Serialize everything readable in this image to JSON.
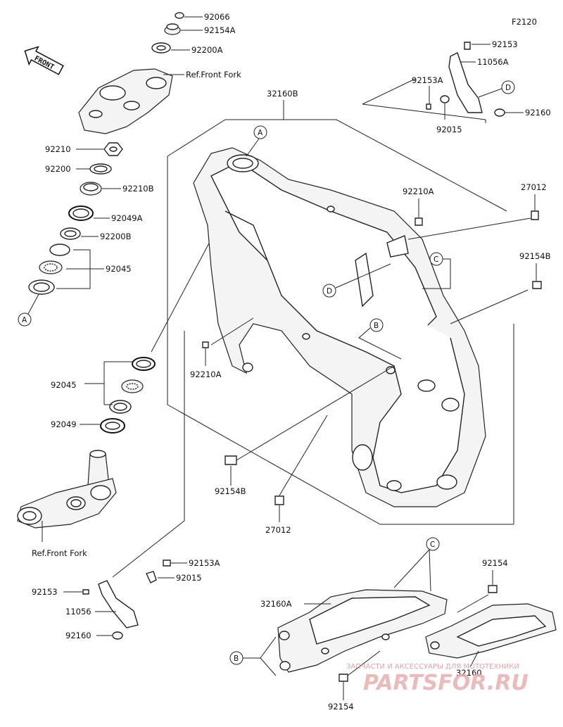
{
  "figure_code": "F2120",
  "front_label": "FRONT",
  "labels": {
    "p92066": "92066",
    "p92154A": "92154A",
    "p92200A": "92200A",
    "ref_fork_top": "Ref.Front Fork",
    "p32160B": "32160B",
    "p92153_top": "92153",
    "p11056A": "11056A",
    "p92153A_top": "92153A",
    "p92160_top": "92160",
    "p92015_top": "92015",
    "p92210": "92210",
    "p92200": "92200",
    "p92210B": "92210B",
    "p92049A": "92049A",
    "p92200B": "92200B",
    "p92045_top": "92045",
    "p92210A_r": "92210A",
    "p27012_r": "27012",
    "p92154B_r": "92154B",
    "p92210A_l": "92210A",
    "p92045_bot": "92045",
    "p92049": "92049",
    "p92154B_l": "92154B",
    "p27012_l": "27012",
    "ref_fork_bot": "Ref.Front Fork",
    "p92153A_bot": "92153A",
    "p92153_bot": "92153",
    "p92015_bot": "92015",
    "p11056": "11056",
    "p92160_bot": "92160",
    "p32160A": "32160A",
    "p92154_r": "92154",
    "p32160": "32160",
    "p92154_bot": "92154"
  },
  "callouts": {
    "A_top": "A",
    "A_left": "A",
    "B_mid": "B",
    "B_bot": "B",
    "C_mid": "C",
    "C_bot": "C",
    "D_top": "D",
    "D_mid": "D"
  },
  "watermark": {
    "line1": "ЗАПЧАСТИ И АКСЕССУАРЫ ДЛЯ МОТОТЕХНИКИ",
    "line2": "PARTSFOR.RU"
  }
}
